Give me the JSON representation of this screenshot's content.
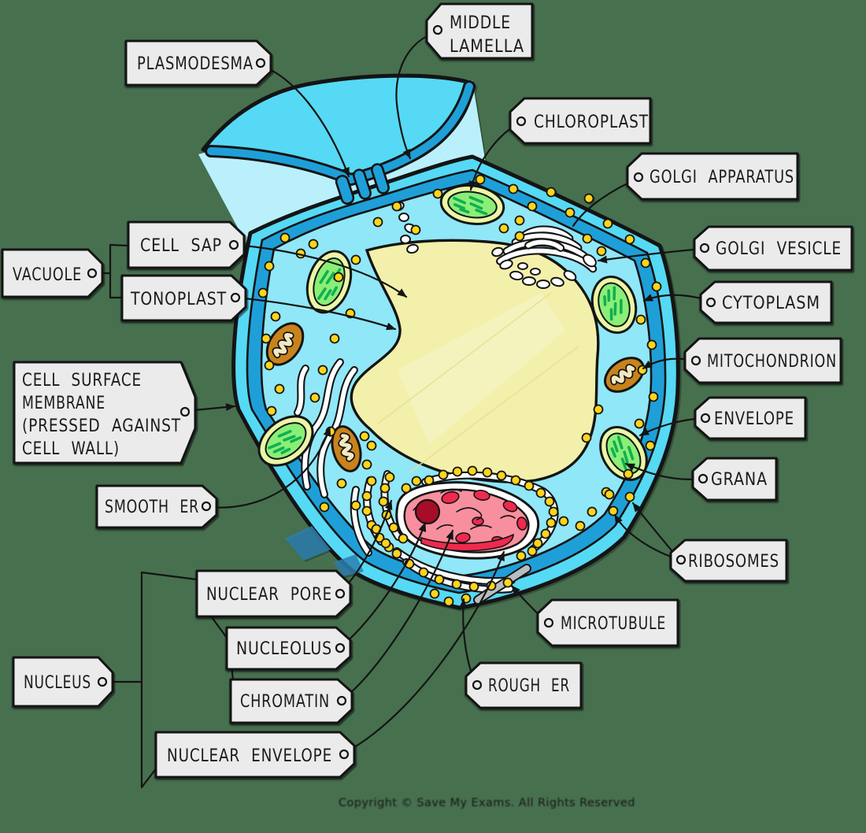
{
  "background_color": "#47704f",
  "labels": {
    "plasmodesma": {
      "text": "PLASMODESMA"
    },
    "middle_lamella": {
      "lines": [
        "MIDDLE",
        "LAMELLA"
      ]
    },
    "chloroplast": {
      "text": "CHLOROPLAST"
    },
    "golgi_apparatus": {
      "text": "GOLGI APPARATUS"
    },
    "cell_sap": {
      "text": "CELL SAP"
    },
    "vacuole": {
      "text": "VACUOLE"
    },
    "tonoplast": {
      "text": "TONOPLAST"
    },
    "golgi_vesicle": {
      "text": "GOLGI VESICLE"
    },
    "cytoplasm": {
      "text": "CYTOPLASM"
    },
    "mitochondrion": {
      "text": "MITOCHONDRION"
    },
    "cell_surface_membrane": {
      "lines": [
        "CELL SURFACE",
        "MEMBRANE",
        "(PRESSED AGAINST",
        "CELL WALL)"
      ]
    },
    "envelope": {
      "text": "ENVELOPE"
    },
    "grana": {
      "text": "GRANA"
    },
    "smooth_er": {
      "text": "SMOOTH ER"
    },
    "ribosomes": {
      "text": "RIBOSOMES"
    },
    "nuclear_pore": {
      "text": "NUCLEAR PORE"
    },
    "microtubule": {
      "text": "MICROTUBULE"
    },
    "nucleolus": {
      "text": "NUCLEOLUS"
    },
    "rough_er": {
      "text": "ROUGH ER"
    },
    "nucleus": {
      "text": "NUCLEUS"
    },
    "chromatin": {
      "text": "CHROMATIN"
    },
    "nuclear_envelope": {
      "text": "NUCLEAR ENVELOPE"
    }
  },
  "footer": {
    "copyright": "Copyright © Save My Exams. All Rights Reserved"
  },
  "colors": {
    "ink": "#141414",
    "label_fill": "#ebebeb",
    "cell_wall": "#56d9f4",
    "membrane_band": "#1f9fd8",
    "cytoplasm": "#8fe7f8",
    "vacuole": "#f3f0ab",
    "chloroplast_outer": "#e9f7a6",
    "chloroplast_inner": "#8bee77",
    "grana_green": "#10b052",
    "mitochondrion": "#c8831c",
    "ribosome_yellow": "#ffd41c",
    "nucleus_pink": "#f78f9e",
    "chromatin_red": "#ee2a4e",
    "nucleolus_red": "#a60d28",
    "microtubule_gray": "#b9bdbf"
  }
}
